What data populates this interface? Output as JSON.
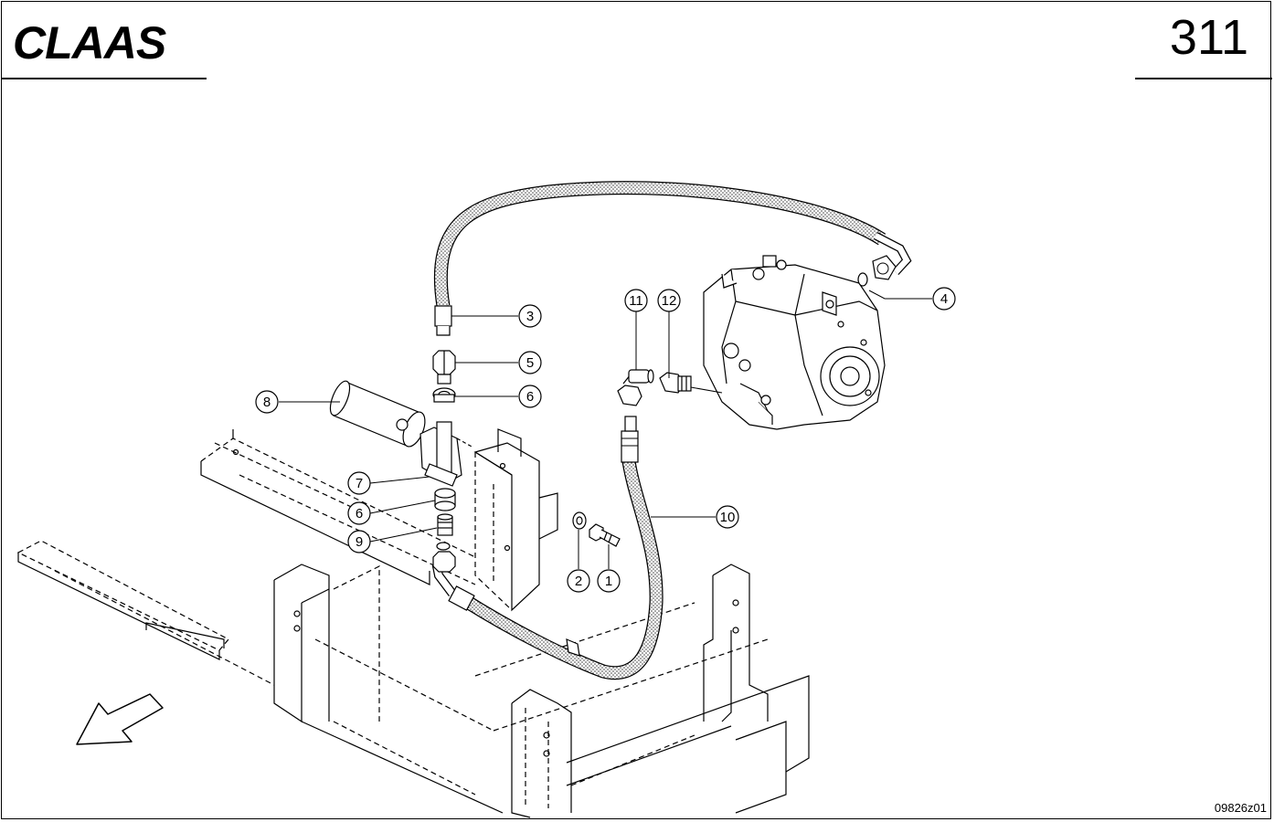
{
  "header": {
    "brand": "CLAAS",
    "page_number": "311"
  },
  "footer": {
    "drawing_code": "09826z01"
  },
  "callouts": [
    {
      "id": "c1",
      "label": "1"
    },
    {
      "id": "c2",
      "label": "2"
    },
    {
      "id": "c3",
      "label": "3"
    },
    {
      "id": "c4",
      "label": "4"
    },
    {
      "id": "c5",
      "label": "5"
    },
    {
      "id": "c6a",
      "label": "6"
    },
    {
      "id": "c6b",
      "label": "6"
    },
    {
      "id": "c7",
      "label": "7"
    },
    {
      "id": "c8",
      "label": "8"
    },
    {
      "id": "c9",
      "label": "9"
    },
    {
      "id": "c10",
      "label": "10"
    },
    {
      "id": "c11",
      "label": "11"
    },
    {
      "id": "c12",
      "label": "12"
    }
  ],
  "icons": {
    "direction_arrow": "arrow-down-left-icon"
  }
}
